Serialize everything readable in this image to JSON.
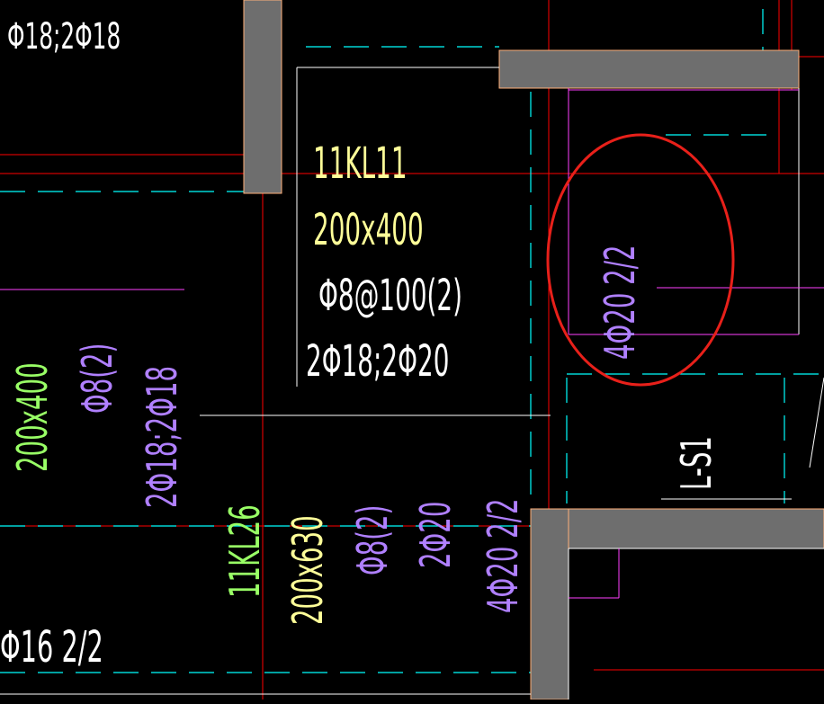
{
  "colors": {
    "background": "#000000",
    "axis_red": "#ff0000",
    "wall_fill": "#6e6e6e",
    "wall_edge": "#ffb07a",
    "dash_cyan": "#00ffff",
    "beam_white": "#ffffff",
    "beam_magenta": "#ff40ff",
    "text_white": "#ffffff",
    "text_yellow": "#ffff99",
    "text_green": "#99ff66",
    "text_purple": "#b080ff",
    "circle_red": "#e8201a"
  },
  "labels": {
    "top_left_rebar": "Φ18;2Φ18",
    "kl11_name": "11KL11",
    "kl11_size": "200x400",
    "kl11_stirrup": "Φ8@100(2)",
    "kl11_rebar": "2Φ18;2Φ20",
    "left_size": "200x400",
    "left_stirrup": "Φ8(2)",
    "left_rebar": "2Φ18;2Φ18",
    "kl26_name": "11KL26",
    "kl26_size": "200x630",
    "kl26_stirrup": "Φ8(2)",
    "kl26_top": "2Φ20",
    "kl26_bottom": "4Φ20 2/2",
    "circled_rebar": "4Φ20 2/2",
    "slab_label": "L-S1",
    "bottom_left_rebar": "Φ16 2/2"
  },
  "annotations": {
    "highlight_circle_icon": "red-ellipse-markup"
  }
}
